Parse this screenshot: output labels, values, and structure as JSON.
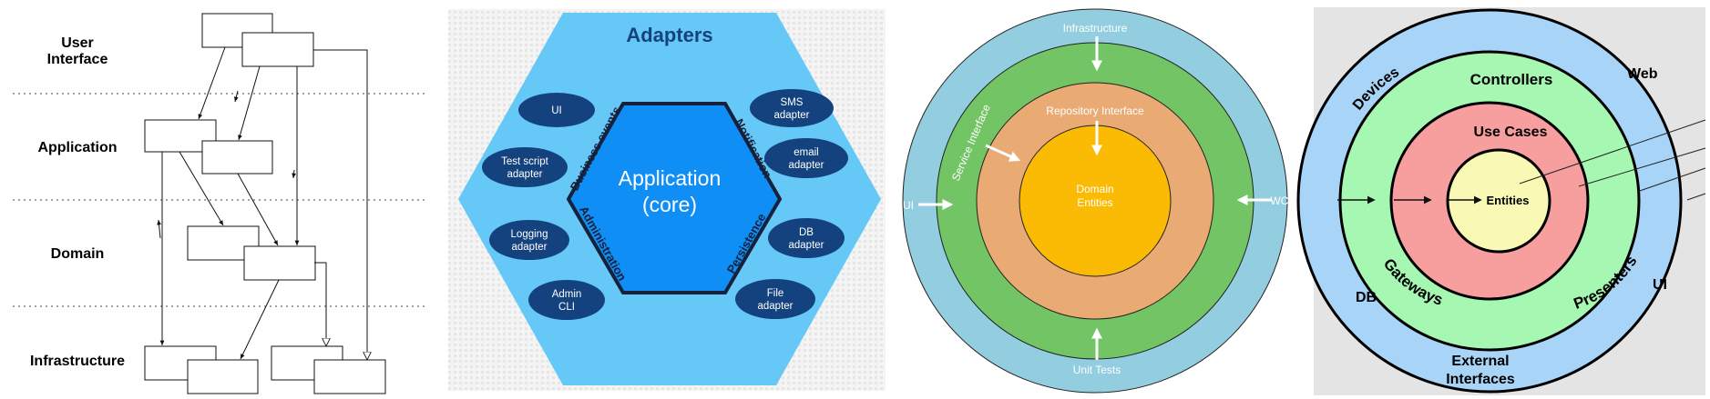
{
  "layered": {
    "layers": [
      "User Interface",
      "Application",
      "Domain",
      "Infrastructure"
    ],
    "user_interface_line1": "User",
    "user_interface_line2": "Interface"
  },
  "hexagonal": {
    "title": "Adapters",
    "core_line1": "Application",
    "core_line2": "(core)",
    "edge_labels": [
      "Business events",
      "Notification",
      "Administration",
      "Persistence"
    ],
    "adapters_left": [
      {
        "line1": "UI",
        "line2": ""
      },
      {
        "line1": "Test script",
        "line2": "adapter"
      },
      {
        "line1": "Logging",
        "line2": "adapter"
      },
      {
        "line1": "Admin",
        "line2": "CLI"
      }
    ],
    "adapters_right": [
      {
        "line1": "SMS",
        "line2": "adapter"
      },
      {
        "line1": "email",
        "line2": "adapter"
      },
      {
        "line1": "DB",
        "line2": "adapter"
      },
      {
        "line1": "File",
        "line2": "adapter"
      }
    ],
    "colors": {
      "outer": "#66c8f7",
      "core": "#0f8ff5",
      "pill": "#14427e"
    }
  },
  "onion": {
    "infrastructure": "Infrastructure",
    "repository_interface": "Repository Interface",
    "service_interface": "Service Interface",
    "domain_line1": "Domain",
    "domain_line2": "Entities",
    "ui": "UI",
    "wcf": "WCF",
    "unit_tests": "Unit Tests",
    "colors": {
      "outer": "#93cde0",
      "green": "#72c464",
      "peach": "#e9aa73",
      "core": "#fbbb04"
    }
  },
  "clean": {
    "devices": "Devices",
    "web": "Web",
    "controllers": "Controllers",
    "use_cases": "Use Cases",
    "entities": "Entities",
    "gateways": "Gateways",
    "presenters": "Presenters",
    "db": "DB",
    "ui": "UI",
    "external_line1": "External",
    "external_line2": "Interfaces",
    "colors": {
      "outer": "#a8d4f7",
      "green": "#a5f7b2",
      "red": "#f79e9e",
      "core": "#f9f8b4"
    }
  }
}
